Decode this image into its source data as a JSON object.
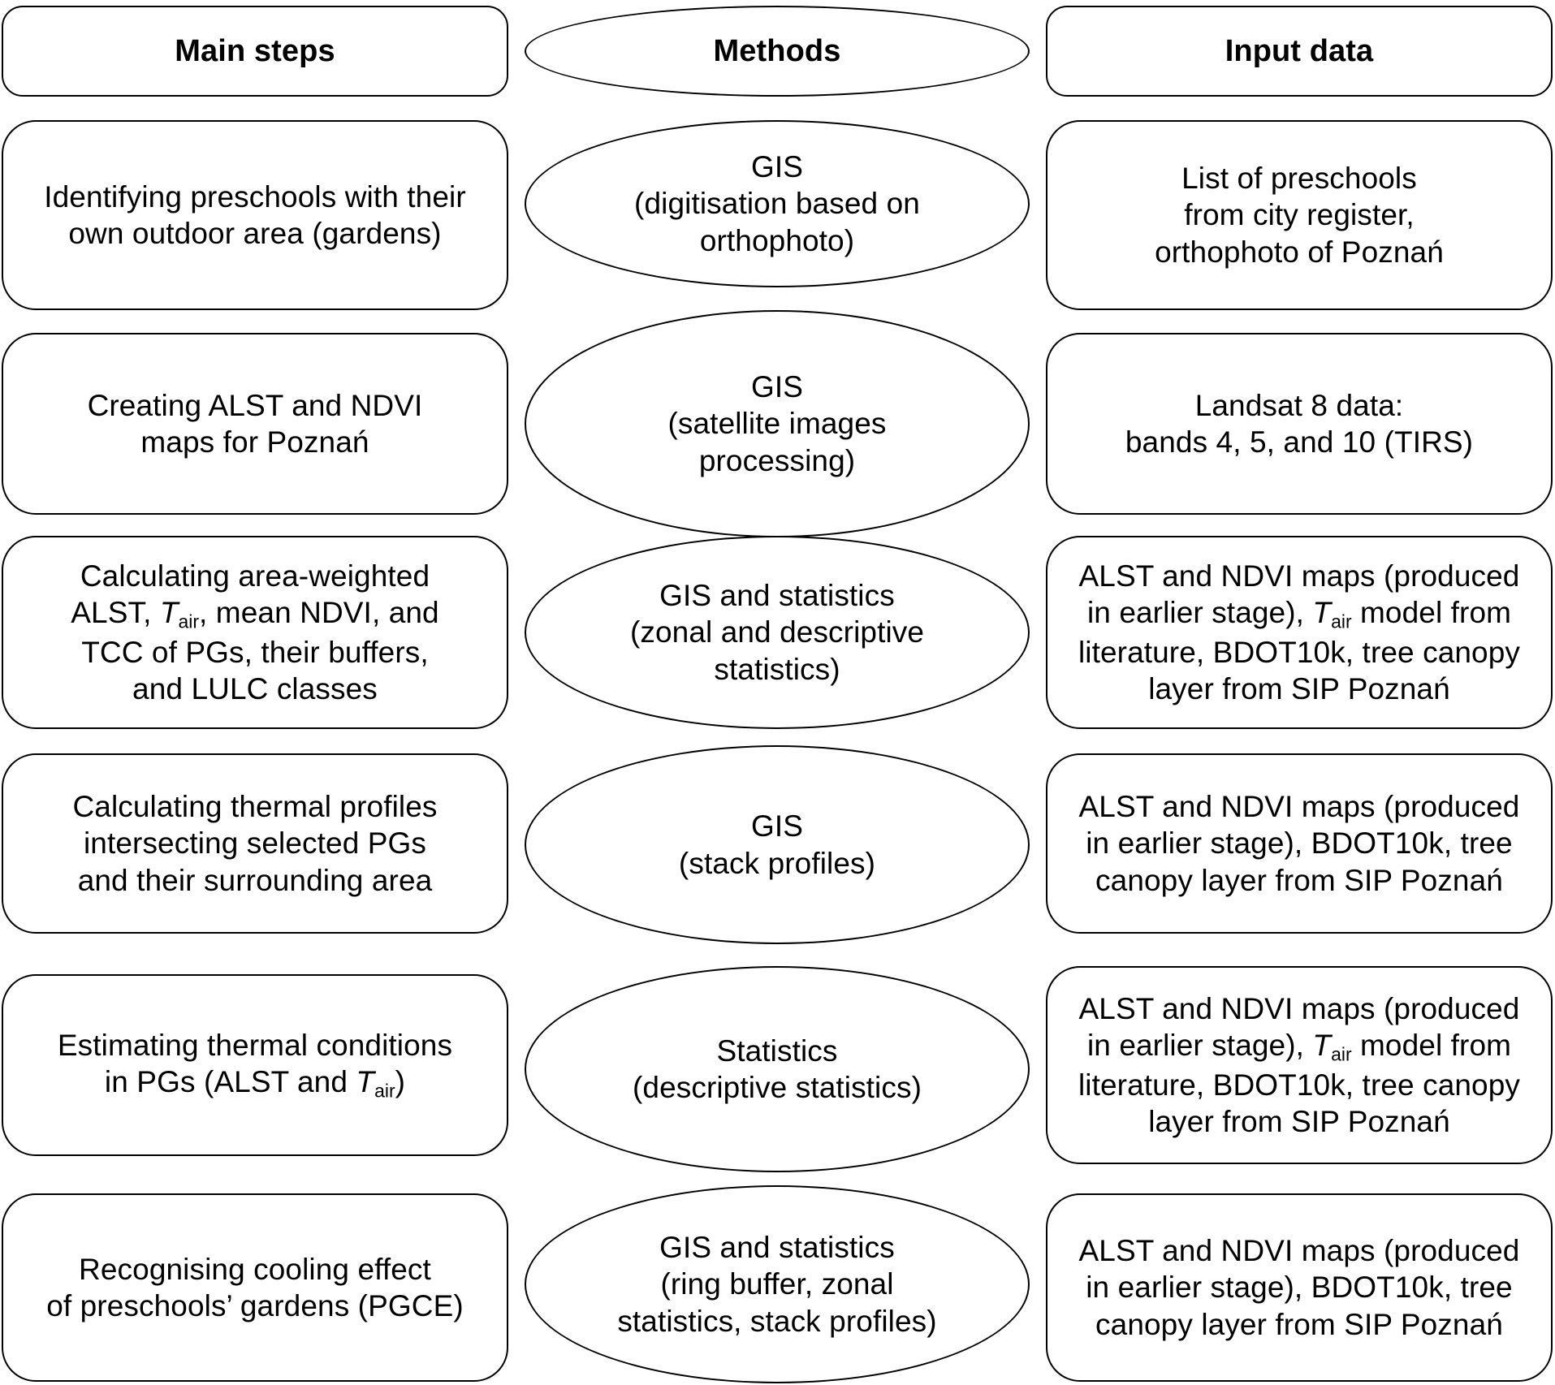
{
  "figure": {
    "kind": "methodology-flowchart",
    "columns": 3,
    "body_rows": 6,
    "stroke_color": "#000000",
    "fill_color": "#ffffff",
    "background_color": "#ffffff"
  },
  "header": {
    "main_steps": "Main steps",
    "methods": "Methods",
    "input_data": "Input data"
  },
  "rows": [
    {
      "step": "Identifying preschools with their\nown outdoor area (gardens)",
      "method": "GIS\n(digitisation based on\northophoto)",
      "input": "List of preschools\nfrom city register,\northophoto of Poznań"
    },
    {
      "step": "Creating ALST and NDVI\nmaps for Poznań",
      "method": "GIS\n(satellite images\nprocessing)",
      "input": "Landsat 8 data:\nbands 4, 5, and 10 (TIRS)"
    },
    {
      "step_html": "Calculating area-weighted<br>ALST, <span class=\"tvar\">T</span><span class=\"tsub\">air</span>, mean NDVI, and<br>TCC of PGs, their buffers,<br>and LULC classes",
      "step": "Calculating area-weighted ALST, Tair, mean NDVI, and TCC of PGs, their buffers, and LULC classes",
      "method": "GIS and statistics\n(zonal and descriptive\nstatistics)",
      "input_html": "ALST and NDVI maps (produced<br>in earlier stage), <span class=\"tvar\">T</span><span class=\"tsub\">air</span> model from<br>literature, BDOT10k, tree canopy<br>layer from SIP Poznań",
      "input": "ALST and NDVI maps (produced in earlier stage), Tair model from literature, BDOT10k, tree canopy layer from SIP Poznań"
    },
    {
      "step": "Calculating thermal profiles\nintersecting selected PGs\nand their surrounding area",
      "method": "GIS\n(stack profiles)",
      "input": "ALST and NDVI maps (produced\nin earlier stage), BDOT10k, tree\ncanopy layer from SIP Poznań"
    },
    {
      "step_html": "Estimating thermal conditions<br>in PGs (ALST and <span class=\"tvar\">T</span><span class=\"tsub\">air</span>)",
      "step": "Estimating thermal conditions in PGs (ALST and Tair)",
      "method": "Statistics\n(descriptive statistics)",
      "input_html": "ALST and NDVI maps (produced<br>in earlier stage), <span class=\"tvar\">T</span><span class=\"tsub\">air</span> model from<br>literature, BDOT10k, tree canopy<br>layer from SIP Poznań",
      "input": "ALST and NDVI maps (produced in earlier stage), Tair model from literature, BDOT10k, tree canopy layer from SIP Poznań"
    },
    {
      "step": "Recognising cooling effect\nof preschools’ gardens (PGCE)",
      "method": "GIS and statistics\n(ring buffer, zonal\nstatistics, stack profiles)",
      "input": "ALST and NDVI maps (produced\nin earlier stage), BDOT10k, tree\ncanopy layer from SIP Poznań"
    }
  ]
}
